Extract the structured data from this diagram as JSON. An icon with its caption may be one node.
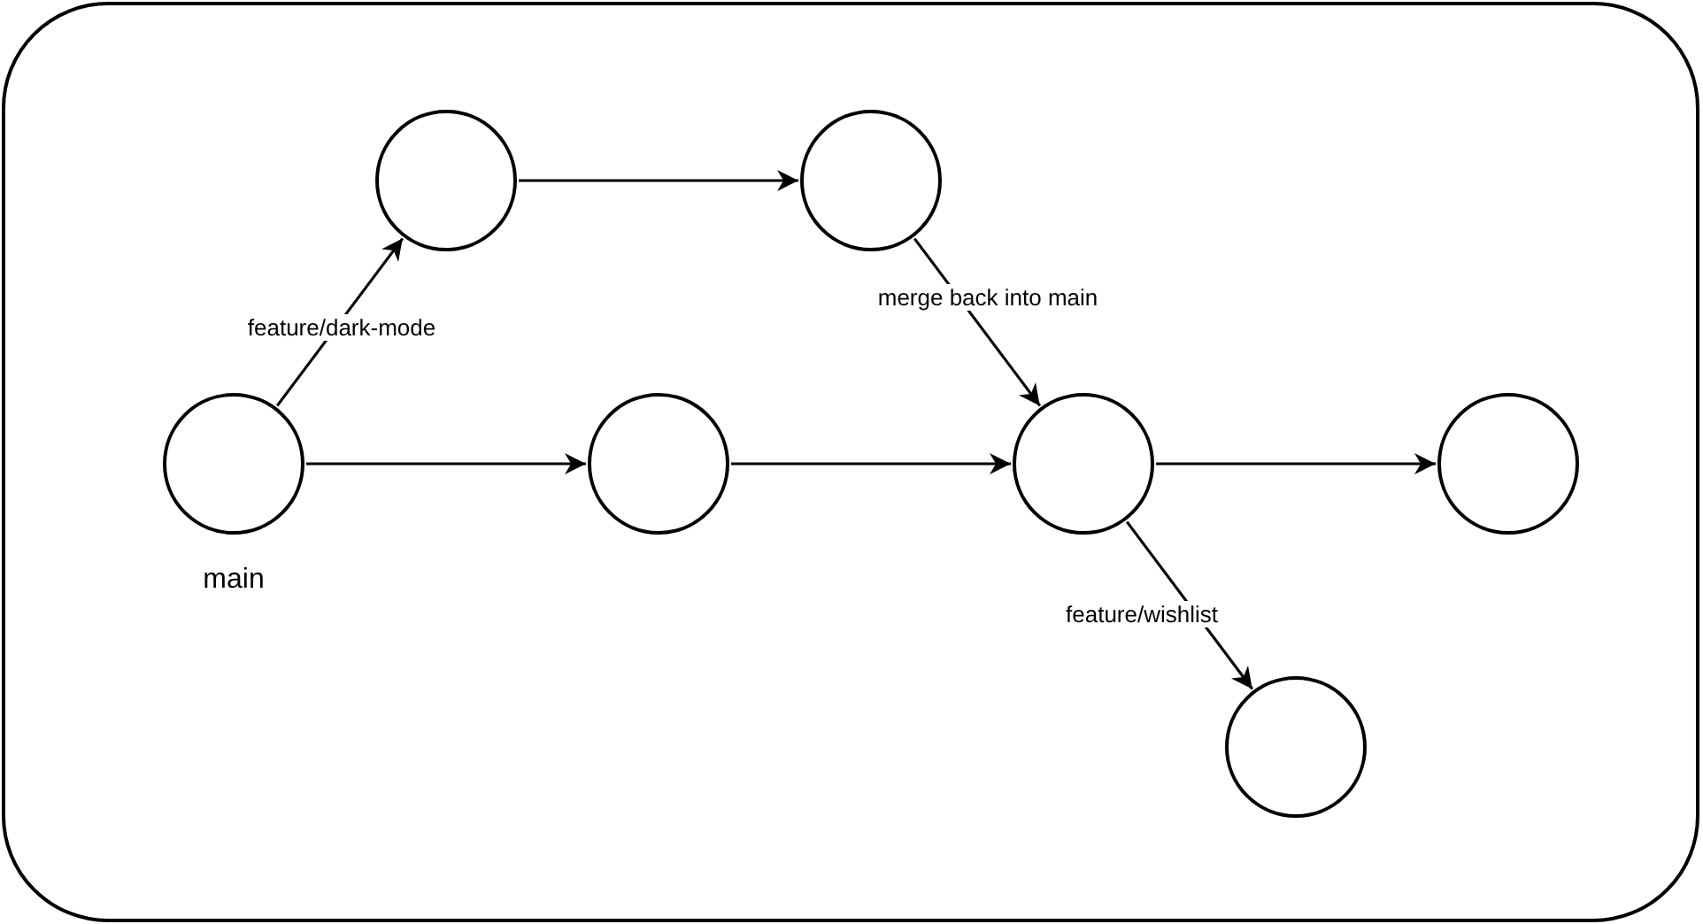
{
  "diagram": {
    "nodes": [
      {
        "text": [],
        "shape": "box"
      },
      {
        "text": [],
        "shape": "circle",
        "in": 0
      },
      {
        "text": [],
        "shape": "circle",
        "in": 0
      },
      {
        "text": [],
        "shape": "circle",
        "in": 0,
        "beside": [
          "main"
        ]
      },
      {
        "text": [],
        "shape": "circle",
        "in": 0
      },
      {
        "text": [],
        "shape": "circle",
        "in": 0
      },
      {
        "text": [],
        "shape": "circle",
        "in": 0
      },
      {
        "text": [],
        "shape": "circle",
        "in": 0
      }
    ],
    "edges": [
      {
        "from": 3,
        "to": 1,
        "arrow": "to",
        "label": "feature/dark-mode"
      },
      {
        "from": 1,
        "to": 2,
        "arrow": "to"
      },
      {
        "from": 2,
        "to": 5,
        "arrow": "to",
        "label": "merge back into main"
      },
      {
        "from": 3,
        "to": 4,
        "arrow": "to"
      },
      {
        "from": 4,
        "to": 5,
        "arrow": "to"
      },
      {
        "from": 5,
        "to": 6,
        "arrow": "to"
      },
      {
        "from": 5,
        "to": 7,
        "arrow": "to",
        "label": "feature/wishlist"
      }
    ]
  }
}
